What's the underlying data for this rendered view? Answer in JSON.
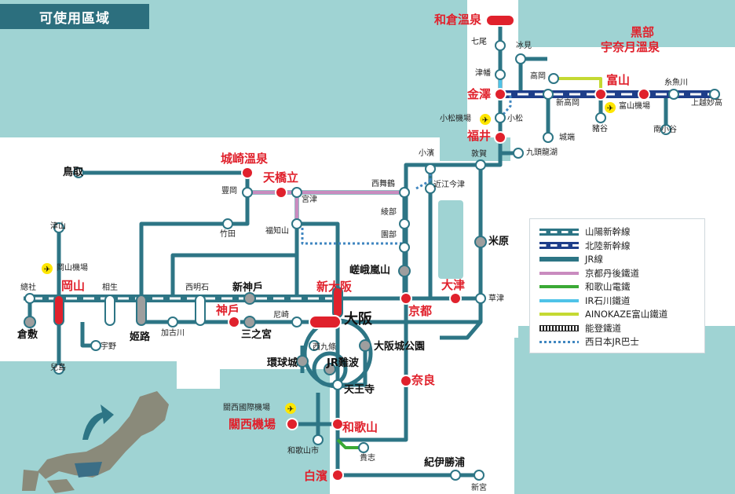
{
  "title": "可使用區域",
  "colors": {
    "sea": "#9fd3d3",
    "land": "#ffffff",
    "jr_line": "#2d7585",
    "sanyo_shinkansen": "#2d7585",
    "hokuriku_shinkansen": "#1e3e8a",
    "kyoto_tango": "#c98bbf",
    "wakayama_dentetsu": "#3aa935",
    "ir_ishikawa": "#4fc3e8",
    "ainokaze": "#c4d932",
    "noto": "#222222",
    "jr_bus": "#3f86c0",
    "major_station": "#e0212c",
    "station_gray": "#9e9e9e"
  },
  "legend": [
    {
      "key": "sanyo_shinkansen",
      "label": "山陽新幹線"
    },
    {
      "key": "hokuriku_shinkansen",
      "label": "北陸新幹線"
    },
    {
      "key": "jr_line",
      "label": "JR線"
    },
    {
      "key": "kyoto_tango",
      "label": "京都丹後鐵道"
    },
    {
      "key": "wakayama_dentetsu",
      "label": "和歌山電鐵"
    },
    {
      "key": "ir_ishikawa",
      "label": "IR石川鐵道"
    },
    {
      "key": "ainokaze",
      "label": "AINOKAZE富山鐵道"
    },
    {
      "key": "noto",
      "label": "能登鐵道"
    },
    {
      "key": "jr_bus",
      "label": "西日本JR巴士"
    }
  ],
  "stations": {
    "wakura": "和倉溫泉",
    "nanao": "七尾",
    "himi": "冰見",
    "kurobe": "黑部",
    "unazuki": "宇奈月溫泉",
    "tsubata": "津幡",
    "takaoka": "高岡",
    "toyama": "富山",
    "itoigawa": "糸魚川",
    "kanazawa": "金澤",
    "shintakaoka": "新高岡",
    "toyama_airport": "富山機場",
    "joetsumyoko": "上越妙高",
    "komatsu_airport": "小松機場",
    "komatsu": "小松",
    "jouhana": "城端",
    "inotani": "豬谷",
    "minamiotari": "南小谷",
    "fukui": "福井",
    "kuzuryuko": "九頭龍湖",
    "tsuruga": "敦賀",
    "obama": "小濱",
    "omiimazu": "近江今津",
    "kinosakionsen": "城崎溫泉",
    "tottori": "鳥取",
    "amanohashidate": "天橋立",
    "toyooka": "豐岡",
    "miyazu": "宮津",
    "nishimaizuru": "西舞鶴",
    "ayabe": "綾部",
    "sonobe": "園部",
    "fukuchiyama": "福知山",
    "takeda": "竹田",
    "tsuyama": "津山",
    "okayama_airport": "岡山機場",
    "maibara": "米原",
    "sagaarashiyama": "嵯峨嵐山",
    "soja": "總社",
    "okayama": "岡山",
    "aioi": "相生",
    "nishiakashi": "西明石",
    "shinkobe": "新神戶",
    "shinosaka": "新大阪",
    "otsu": "大津",
    "kusatsu": "草津",
    "kyoto": "京都",
    "kobe": "神戶",
    "amagasaki": "尼崎",
    "osaka": "大阪",
    "kurashiki": "倉敷",
    "himeji": "姬路",
    "kakogawa": "加古川",
    "sannomiya": "三之宮",
    "uno": "宇野",
    "nishikujo": "西九條",
    "osakajokoen": "大阪城公園",
    "universal_city": "環球城",
    "jr_namba": "JR難波",
    "kojima": "兒島",
    "tennoji": "天王寺",
    "nara": "奈良",
    "kix": "關西國際機場",
    "kansai_airport": "關西機場",
    "wakayama": "和歌山",
    "wakayamashi": "和歌山市",
    "kishi": "貴志",
    "kiikatsuura": "紀伊勝浦",
    "shirahama": "白濱",
    "shingu": "新宮"
  }
}
